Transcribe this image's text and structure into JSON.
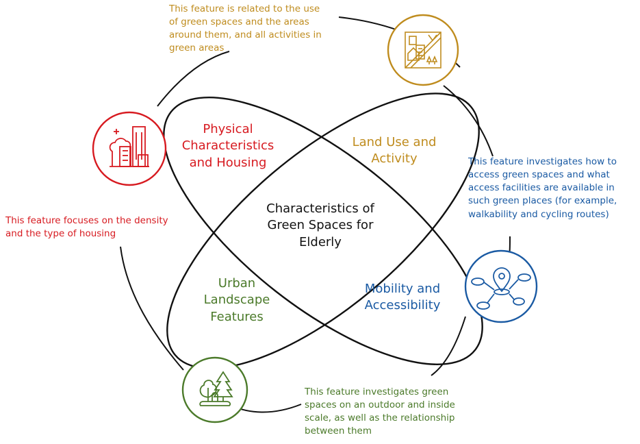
{
  "colors": {
    "land_use": "#bf8c1e",
    "physical": "#d71a20",
    "mobility": "#1a5aa3",
    "urban": "#4b7a2a",
    "outline": "#111111"
  },
  "center": {
    "lines": [
      "Characteristics of",
      "Green Spaces for",
      "Elderly"
    ]
  },
  "quadrants": {
    "physical": {
      "lines": [
        "Physical",
        "Characteristics",
        "and Housing"
      ],
      "icon": "buildings-icon"
    },
    "land_use": {
      "lines": [
        "Land Use and",
        "Activity"
      ],
      "icon": "city-map-icon"
    },
    "urban": {
      "lines": [
        "Urban",
        "Landscape",
        "Features"
      ],
      "icon": "trees-icon"
    },
    "mobility": {
      "lines": [
        "Mobility and",
        "Accessibility"
      ],
      "icon": "location-network-icon"
    }
  },
  "descriptions": {
    "land_use": [
      "This feature is related to the use",
      "of green spaces and the areas",
      "around them, and all activities in",
      "green areas"
    ],
    "physical": [
      "This feature focuses on the density",
      "and the type of housing"
    ],
    "mobility": [
      "This feature investigates how to",
      "access green spaces and what",
      "access facilities are available in",
      "such green places (for example,",
      "walkability and cycling routes)"
    ],
    "urban": [
      "This feature investigates green",
      "spaces on an outdoor and inside",
      "scale, as well as the relationship",
      "between them"
    ]
  }
}
